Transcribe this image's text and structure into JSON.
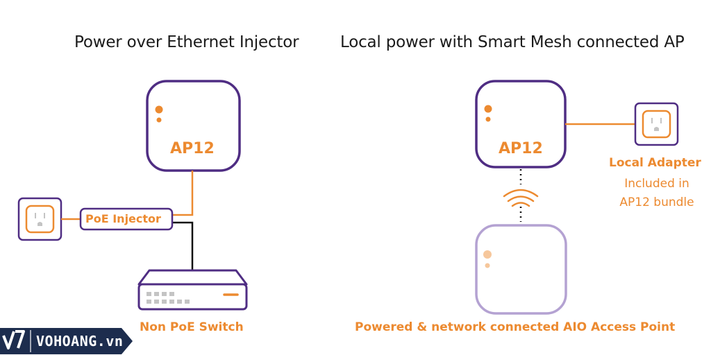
{
  "titles": {
    "left": "Power over Ethernet Injector",
    "right": "Local power with Smart Mesh connected AP"
  },
  "left": {
    "ap_label": "AP12",
    "injector_label": "PoE Injector",
    "switch_label": "Non PoE Switch"
  },
  "right": {
    "ap_label": "AP12",
    "adapter_label": "Local Adapter",
    "adapter_note_line1": "Included in",
    "adapter_note_line2": "AP12 bundle",
    "aio_label": "Powered & network connected AIO Access Point"
  },
  "watermark": {
    "text": "VOHOANG.vn"
  },
  "colors": {
    "purple": "#4f2d83",
    "purple_light": "#b4a2d2",
    "orange": "#ec8a30",
    "orange_light": "#f6c79c",
    "black": "#111111",
    "gray": "#c4c4c4",
    "logo_bg": "#1d2d4e"
  }
}
